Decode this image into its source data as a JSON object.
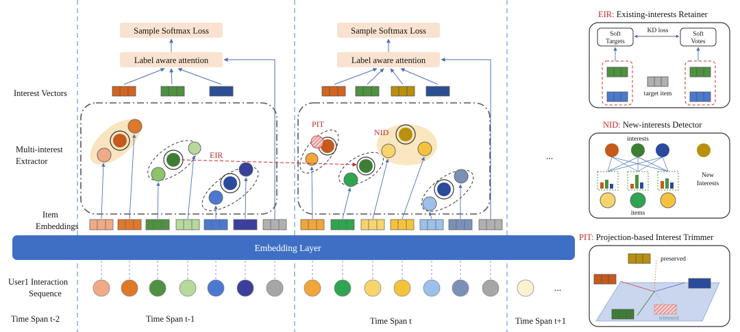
{
  "left_labels": {
    "interest_vectors": "Interest Vectors",
    "multi_interest_1": "Multi-interest",
    "multi_interest_2": "Extractor",
    "item_1": "Item",
    "item_2": "Embeddings",
    "seq_1": "User1 Interaction",
    "seq_2": "Sequence"
  },
  "boxes": {
    "softmax_loss": "Sample Softmax Loss",
    "label_attention": "Label aware attention"
  },
  "embedding_layer": "Embedding Layer",
  "annotations": {
    "eir": "EIR",
    "pit": "PIT",
    "nid": "NID",
    "ellipsis": "..."
  },
  "time_spans": [
    "Time Span t-2",
    "Time Span t-1",
    "Time Span t",
    "Time Span t+1"
  ],
  "eir_panel": {
    "abbr": "EIR:",
    "title": " Existing-interests Retainer",
    "soft_targets_1": "Soft",
    "soft_targets_2": "Targets",
    "kd_loss": "KD loss",
    "soft_votes_1": "Soft",
    "soft_votes_2": "Votes",
    "target_item": "target item"
  },
  "nid_panel": {
    "abbr": "NID:",
    "title": " New-interests Detector",
    "interests": "interests",
    "items": "items",
    "new_1": "New",
    "new_2": "Interests"
  },
  "pit_panel": {
    "abbr": "PIT:",
    "title": " Projection-based Interest Trimmer",
    "preserved": "preserved",
    "trimmed": "trimmed"
  },
  "colors": {
    "embedding_layer": "#3f6fc4",
    "label_box": "#f9e2cf",
    "accent_red": "#c0282d",
    "dashed_blue": "#6f96d6"
  }
}
